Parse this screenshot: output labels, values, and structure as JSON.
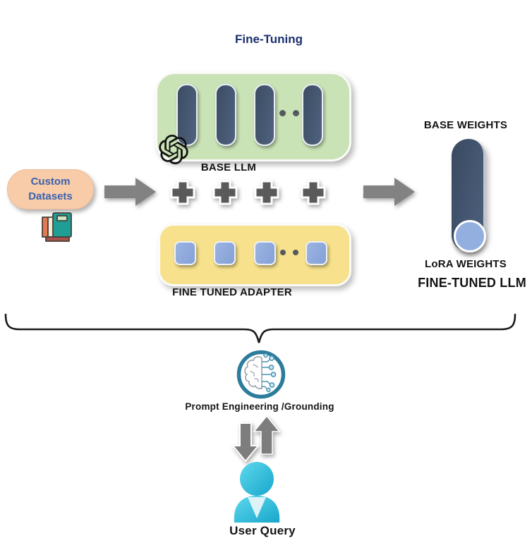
{
  "title": "Fine-Tuning",
  "labels": {
    "base_llm": "BASE LLM",
    "adapter": "FINE TUNED ADAPTER",
    "custom_datasets": "Custom Datasets",
    "base_weights": "BASE WEIGHTS",
    "lora_weights": "LoRA WEIGHTS",
    "fine_tuned_llm": "FINE-TUNED LLM",
    "grounding": "Prompt Engineering /Grounding",
    "user_query": "User Query"
  },
  "counts": {
    "base_llm_units": 4,
    "adapter_units": 4,
    "plus_signs": 4,
    "flow_arrows": 2
  },
  "icons": {
    "openai_logo": "openai-logo-icon",
    "books": "books-icon",
    "brain_circuit": "brain-circuit-icon",
    "user_person": "person-icon",
    "right_arrow": "right-block-arrow-icon",
    "up_down_arrows": "up-down-arrows-icon",
    "underbrace": "underbrace-shape"
  },
  "colors": {
    "title_navy": "#1b2f6e",
    "base_llm_box_green": "#c9e2b6",
    "weight_pill_dark": "#44546a",
    "adapter_box_yellow": "#f7e18c",
    "adapter_unit_blue": "#8faadc",
    "datasets_peach": "#f8cba9",
    "datasets_text_blue": "#3b62ae",
    "arrow_gray": "#828282",
    "plus_gray": "#5a5a5a",
    "brain_ring_teal": "#2c7c9c",
    "user_cyan": "#2bbede",
    "lora_circle_blue": "#93afdf",
    "label_black": "#141414"
  }
}
